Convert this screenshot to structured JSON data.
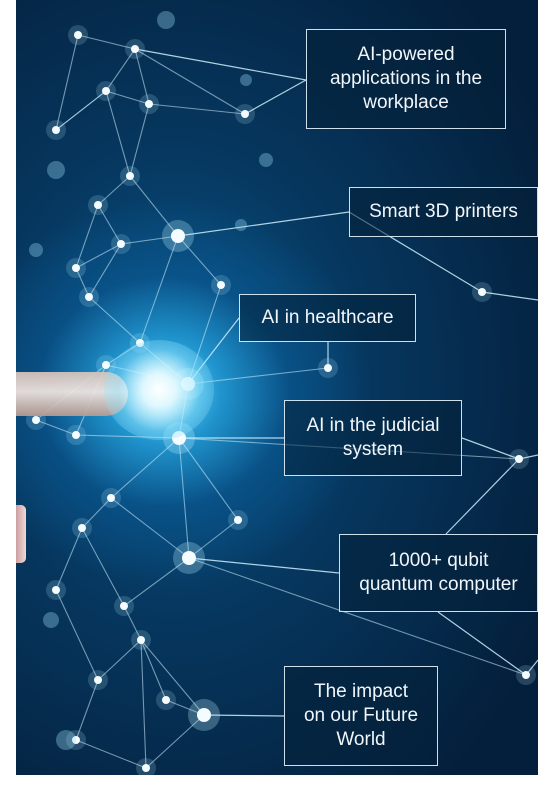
{
  "image": {
    "description_labels": [
      {
        "key": "ai_workplace",
        "text": "AI-powered\napplications in the\nworkplace"
      },
      {
        "key": "printers",
        "text": "Smart 3D printers"
      },
      {
        "key": "healthcare",
        "text": "AI in healthcare"
      },
      {
        "key": "judicial",
        "text": "AI in the judicial\nsystem"
      },
      {
        "key": "quantum",
        "text": "1000+ qubit\nquantum computer"
      },
      {
        "key": "impact",
        "text": "The impact\non our Future\nWorld"
      }
    ]
  },
  "colors": {
    "background_dark": "#041f3b",
    "background_mid": "#0a5a8e",
    "glow": "#78e6ff",
    "line": "#cfeefd",
    "text": "#f1f6fb"
  },
  "icons": {
    "network": "network-mesh",
    "hand": "finger-touch"
  }
}
